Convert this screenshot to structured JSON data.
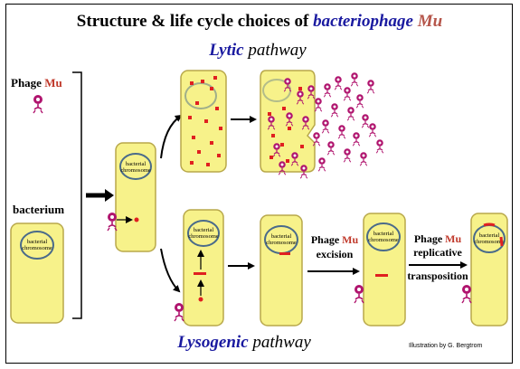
{
  "title": {
    "main": "Structure & life cycle choices of ",
    "italic_blue": "bacteriophage",
    "italic_red": "Mu"
  },
  "lytic": {
    "word1": "Lytic",
    "word2": "pathway"
  },
  "lysogenic": {
    "word1": "Lysogenic",
    "word2": "pathway"
  },
  "left": {
    "phage_label": "Phage ",
    "phage_mu": "Mu",
    "bacterium_label": "bacterium"
  },
  "chromosome_label": {
    "line1": "bacterial",
    "line2": "chromosome"
  },
  "excision": {
    "line1": "Phage ",
    "mu": "Mu",
    "line2": "excision"
  },
  "replicative": {
    "line1": "Phage ",
    "mu": "Mu",
    "line2": "replicative",
    "line3": "transposition"
  },
  "credit": "Illustration by G. Bergtrom",
  "colors": {
    "cell_fill": "#f7f28a",
    "cell_stroke": "#b8a84a",
    "chromosome": "#4a6b8a",
    "phage_dna": "#e02020",
    "phage": "#b0146e",
    "title_blue": "#1a1aa0",
    "title_red": "#b5554a",
    "mu_red": "#c0392b"
  }
}
